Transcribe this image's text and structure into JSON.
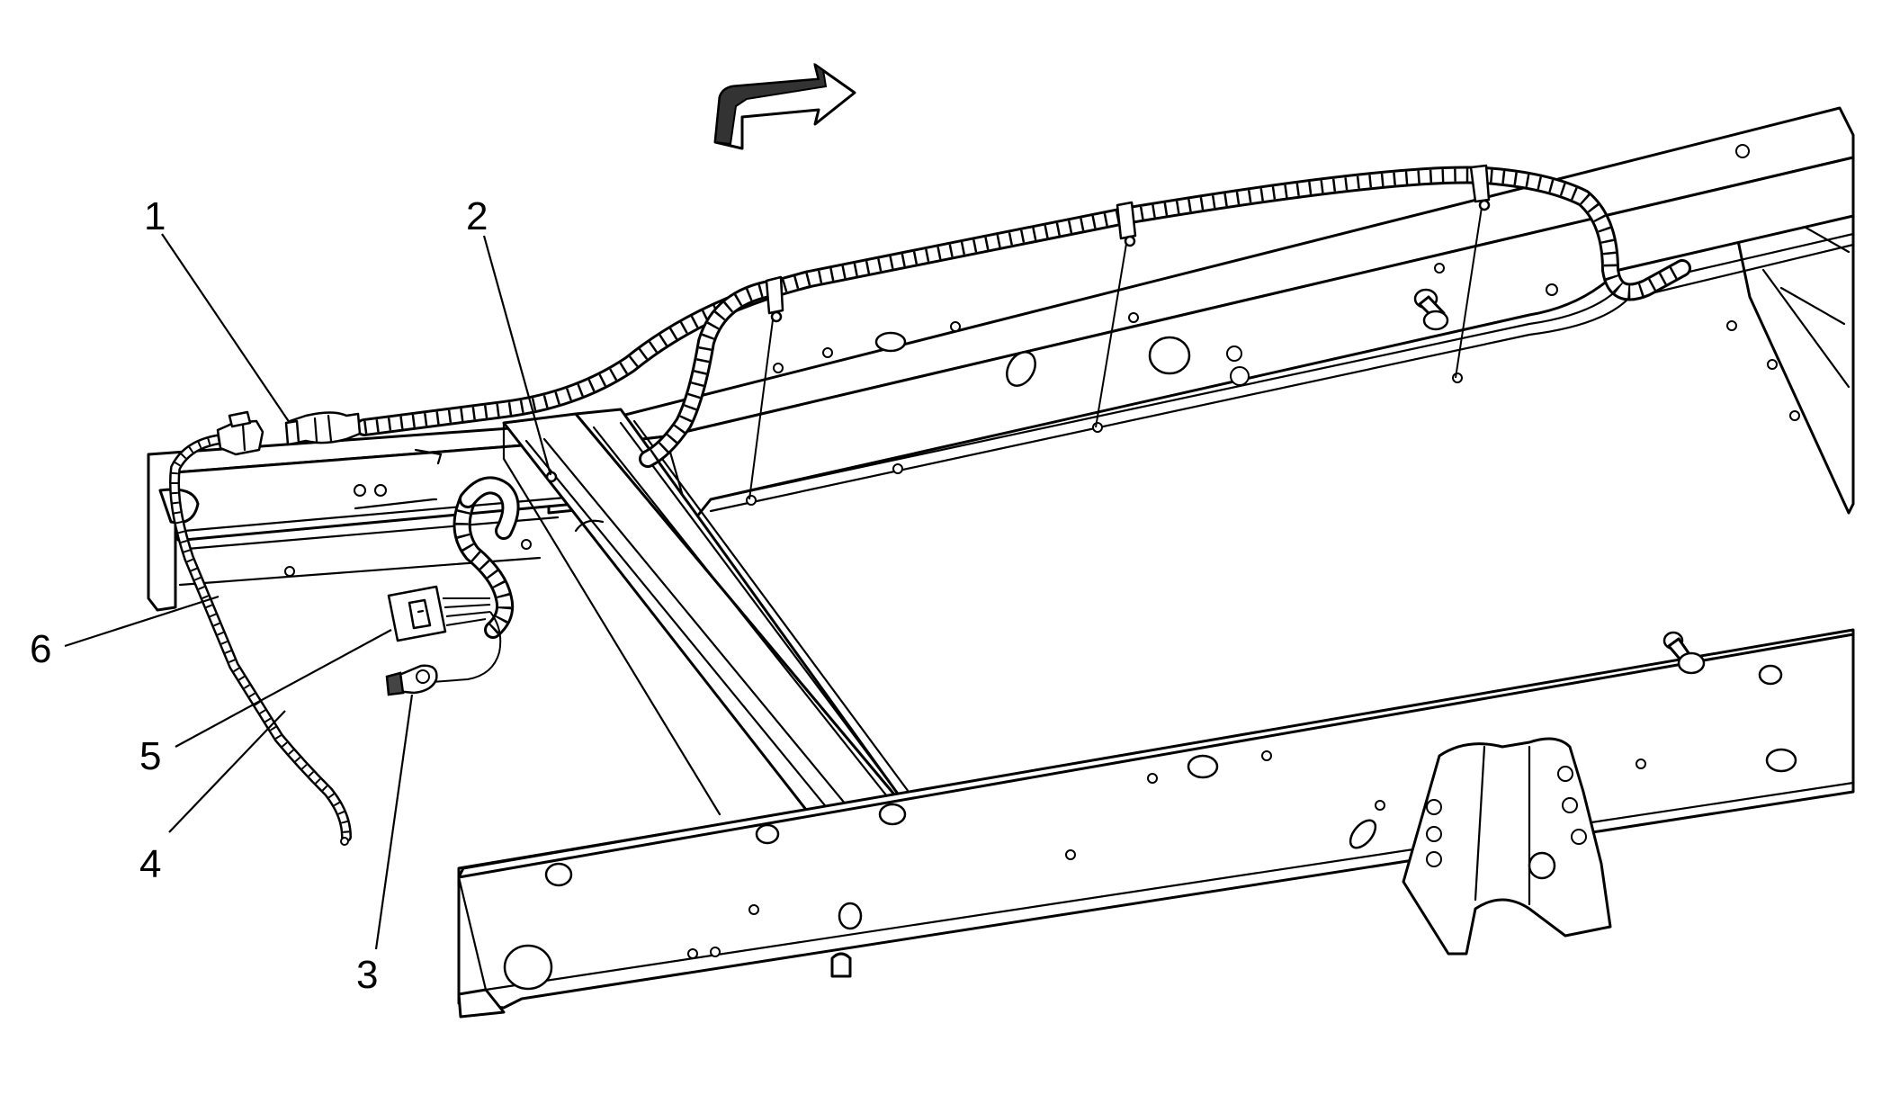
{
  "callouts": [
    {
      "id": "1",
      "label": "1"
    },
    {
      "id": "2",
      "label": "2"
    },
    {
      "id": "3",
      "label": "3"
    },
    {
      "id": "4",
      "label": "4"
    },
    {
      "id": "5",
      "label": "5"
    },
    {
      "id": "6",
      "label": "6"
    }
  ],
  "colors": {
    "line": "#000000",
    "background": "#ffffff",
    "arrow_fill": "#333333"
  },
  "icons": {
    "direction_arrow": "forward-arrow-icon"
  }
}
